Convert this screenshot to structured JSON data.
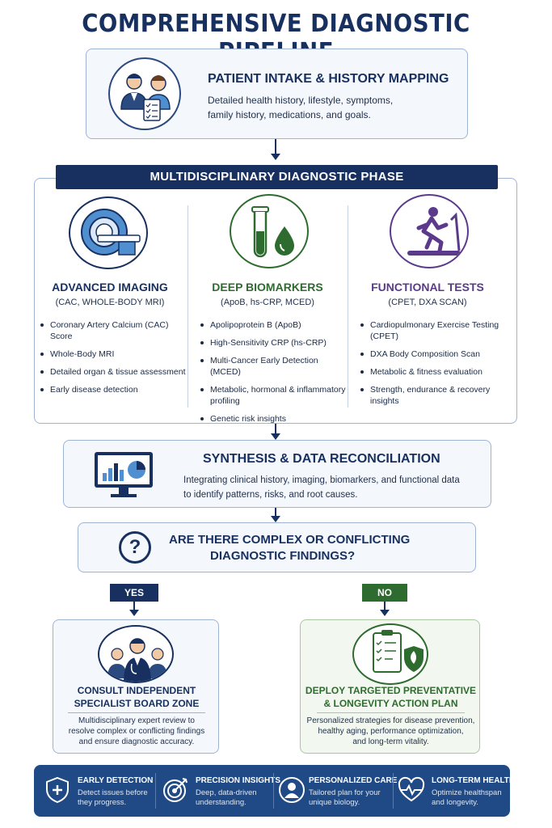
{
  "title": "COMPREHENSIVE DIAGNOSTIC PIPELINE",
  "intake": {
    "heading": "PATIENT INTAKE & HISTORY MAPPING",
    "line1": "Detailed health history, lifestyle, symptoms,",
    "line2": "family history, medications, and goals."
  },
  "phase": {
    "banner": "MULTIDISCIPLINARY DIAGNOSTIC PHASE",
    "columns": [
      {
        "title": "ADVANCED IMAGING",
        "subtitle": "(CAC, WHOLE-BODY MRI)",
        "color": "#17305f",
        "icon": "mri-scanner-icon",
        "items": [
          "Coronary Artery Calcium (CAC) Score",
          "Whole-Body MRI",
          "Detailed organ & tissue assessment",
          "Early disease detection"
        ]
      },
      {
        "title": "DEEP BIOMARKERS",
        "subtitle": "(ApoB, hs-CRP, MCED)",
        "color": "#2e6b2e",
        "icon": "test-tube-icon",
        "items": [
          "Apolipoprotein B (ApoB)",
          "High-Sensitivity CRP (hs-CRP)",
          "Multi-Cancer Early Detection (MCED)",
          "Metabolic, hormonal & inflammatory profiling",
          "Genetic risk insights"
        ]
      },
      {
        "title": "FUNCTIONAL TESTS",
        "subtitle": "(CPET, DXA SCAN)",
        "color": "#5b3a8c",
        "icon": "treadmill-icon",
        "items": [
          "Cardiopulmonary Exercise Testing (CPET)",
          "DXA Body Composition Scan",
          "Metabolic & fitness evaluation",
          "Strength, endurance & recovery insights"
        ]
      }
    ]
  },
  "synthesis": {
    "heading": "SYNTHESIS & DATA RECONCILIATION",
    "line1": "Integrating clinical history, imaging, biomarkers, and functional data",
    "line2": "to identify patterns, risks, and root causes."
  },
  "question": {
    "line1": "ARE THERE COMPLEX OR CONFLICTING",
    "line2": "DIAGNOSTIC FINDINGS?"
  },
  "yes_label": "YES",
  "no_label": "NO",
  "consult": {
    "heading1": "CONSULT INDEPENDENT",
    "heading2": "SPECIALIST BOARD ZONE",
    "line1": "Multidisciplinary expert review to",
    "line2": "resolve complex or conflicting findings",
    "line3": "and ensure diagnostic accuracy."
  },
  "plan": {
    "heading1": "DEPLOY TARGETED PREVENTATIVE",
    "heading2": "& LONGEVITY ACTION PLAN",
    "line1": "Personalized strategies for disease prevention,",
    "line2": "healthy aging, performance optimization,",
    "line3": "and long-term vitality."
  },
  "footer": [
    {
      "title": "EARLY DETECTION",
      "line1": "Detect issues before",
      "line2": "they progress.",
      "icon": "shield-plus-icon"
    },
    {
      "title": "PRECISION INSIGHTS",
      "line1": "Deep, data-driven",
      "line2": "understanding.",
      "icon": "target-icon"
    },
    {
      "title": "PERSONALIZED CARE",
      "line1": "Tailored plan for your",
      "line2": "unique biology.",
      "icon": "person-icon"
    },
    {
      "title": "LONG-TERM HEALTH",
      "line1": "Optimize healthspan",
      "line2": "and longevity.",
      "icon": "heartbeat-icon"
    }
  ],
  "colors": {
    "navy": "#17305f",
    "green": "#2e6b2e",
    "purple": "#5b3a8c",
    "footer": "#1f4a86"
  }
}
